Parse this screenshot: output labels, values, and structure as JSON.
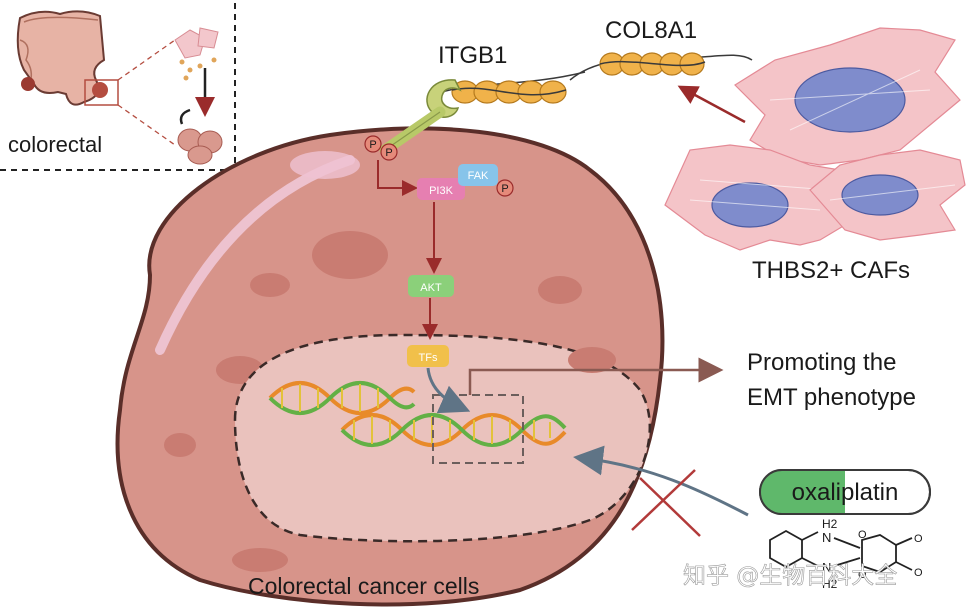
{
  "labels": {
    "inset": "colorectal",
    "receptor": "ITGB1",
    "ligand": "COL8A1",
    "caf": "THBS2+ CAFs",
    "promoting_line1": "Promoting the",
    "promoting_line2": "EMT phenotype",
    "drug": "oxaliplatin",
    "cell": "Colorectal cancer cells",
    "watermark": "知乎 @生物百科大全"
  },
  "pathway": {
    "pi3k": "PI3K",
    "fak": "FAK",
    "akt": "AKT",
    "tfs": "TFs",
    "phospho": "P"
  },
  "molecule": {
    "h2_top": "H2",
    "h2_bottom": "H2",
    "n_top": "N",
    "n_bottom": "N",
    "o": "O"
  },
  "colors": {
    "cell_fill": "#d7948a",
    "nucleus_fill": "#eac2bd",
    "caf_fill": "#f4c4c8",
    "caf_nucleus": "#7f8ccc",
    "collagen": "#f0b24a",
    "receptor": "#b8c968",
    "arrow_red": "#9a2b2b",
    "arrow_brown": "#8a5a52",
    "arrow_slate": "#5f7486",
    "drug_green": "#5fb86b",
    "cross_red": "#b23a3a"
  }
}
